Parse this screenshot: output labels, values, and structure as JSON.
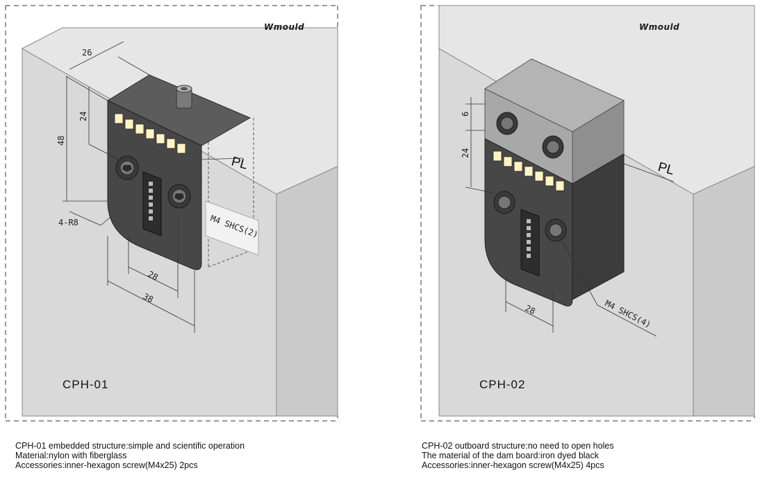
{
  "panels": [
    {
      "brand": "Wmould",
      "model": "CPH-01",
      "dimensions": {
        "top_width": "26",
        "height_total": "48",
        "height_label": "24",
        "corner_radius": "4-R8",
        "screw_spacing": "28",
        "width_total": "38"
      },
      "parting_line": "PL",
      "screw_note": "M4 SHCS(2)",
      "caption": [
        "CPH-01 embedded structure:simple and scientific operation",
        "Material:nylon with fiberglass",
        "Accessories:inner-hexagon screw(M4x25) 2pcs"
      ]
    },
    {
      "brand": "Wmould",
      "model": "CPH-02",
      "dimensions": {
        "top_offset": "6",
        "height_label": "24",
        "screw_spacing": "28"
      },
      "parting_line": "PL",
      "screw_note": "M4 SHCS(4)",
      "caption": [
        "CPH-02 outboard structure:no need to open holes",
        "The material of the dam board:iron dyed black",
        "Accessories:inner-hexagon screw(M4x25) 4pcs"
      ]
    }
  ],
  "colors": {
    "block_front": "#dcdcdc",
    "block_top": "#e9e9e9",
    "block_side": "#c9c9c9",
    "body_dark": "#4a4a4a",
    "label_yellow": "#fff3c4"
  }
}
